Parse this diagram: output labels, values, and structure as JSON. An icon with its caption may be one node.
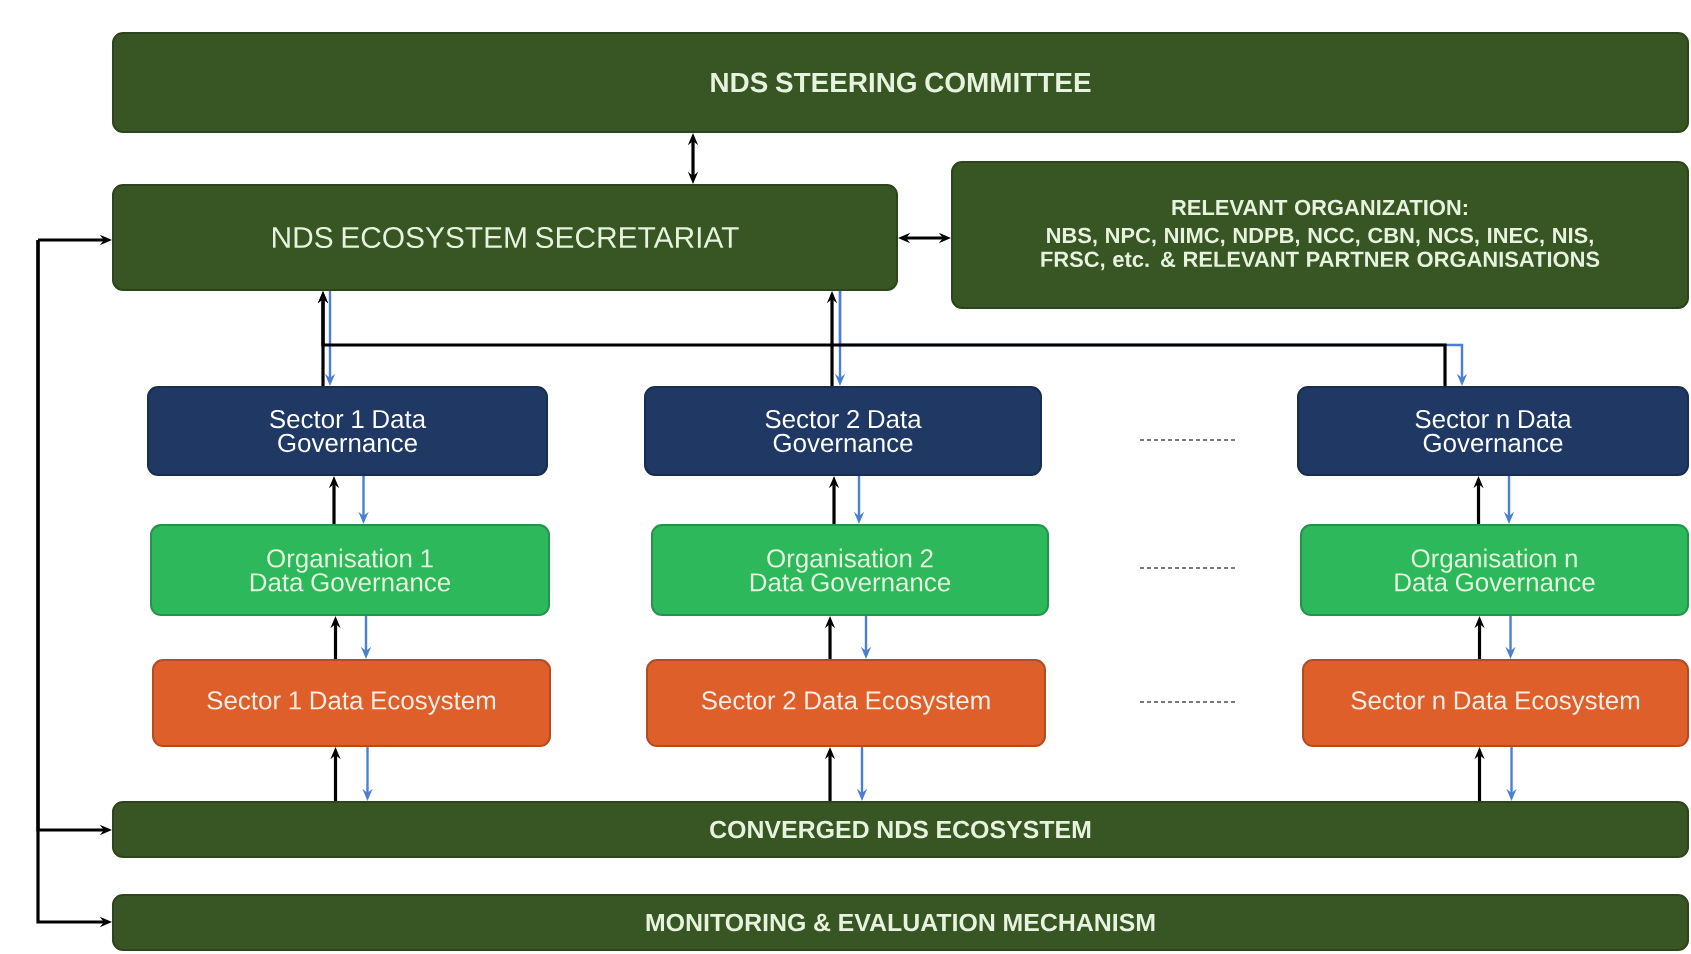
{
  "diagram": {
    "nodes": [
      {
        "text": [
          "NDS STEERING COMMITTEE"
        ]
      },
      {
        "text": [
          "NDS ECOSYSTEM SECRETARIAT"
        ]
      },
      {
        "text": [
          "RELEVANT ORGANIZATION:",
          "NBS, NPC, NIMC, NDPB, NCC, CBN, NCS, INEC, NIS, FRSC, etc. & RELEVANT PARTNER ORGANISATIONS"
        ]
      },
      {
        "text": [
          "Sector 1 Data Governance"
        ]
      },
      {
        "text": [
          "Organisation 1 Data Governance"
        ]
      },
      {
        "text": [
          "Sector 1 Data Ecosystem"
        ]
      },
      {
        "text": [
          "Sector 2 Data Governance"
        ]
      },
      {
        "text": [
          "Organisation 2 Data Governance"
        ]
      },
      {
        "text": [
          "Sector 2 Data Ecosystem"
        ]
      },
      {
        "text": [
          "Sector n Data Governance"
        ]
      },
      {
        "text": [
          "Organisation n Data Governance"
        ]
      },
      {
        "text": [
          "Sector n Data Ecosystem"
        ]
      },
      {
        "text": [
          "CONVERGED NDS ECOSYSTEM"
        ]
      },
      {
        "text": [
          "MONITORING & EVALUATION MECHANISM"
        ]
      }
    ],
    "edges": [
      {
        "from": 0,
        "to": 1,
        "arrow": "both"
      },
      {
        "from": 1,
        "to": 2,
        "arrow": "both"
      },
      {
        "from": 3,
        "to": 1,
        "arrow": "to"
      },
      {
        "from": 1,
        "to": 3,
        "arrow": "to",
        "color": "#4a7fd4"
      },
      {
        "from": 6,
        "to": 1,
        "arrow": "to"
      },
      {
        "from": 1,
        "to": 6,
        "arrow": "to",
        "color": "#4a7fd4"
      },
      {
        "from": 9,
        "to": 1,
        "arrow": "to"
      },
      {
        "from": 1,
        "to": 9,
        "arrow": "to",
        "color": "#4a7fd4"
      },
      {
        "from": 4,
        "to": 3,
        "arrow": "to"
      },
      {
        "from": 3,
        "to": 4,
        "arrow": "to",
        "color": "#4a7fd4"
      },
      {
        "from": 5,
        "to": 4,
        "arrow": "to"
      },
      {
        "from": 4,
        "to": 5,
        "arrow": "to",
        "color": "#4a7fd4"
      },
      {
        "from": 12,
        "to": 5,
        "arrow": "to"
      },
      {
        "from": 5,
        "to": 12,
        "arrow": "to",
        "color": "#4a7fd4"
      },
      {
        "from": 7,
        "to": 6,
        "arrow": "to"
      },
      {
        "from": 6,
        "to": 7,
        "arrow": "to",
        "color": "#4a7fd4"
      },
      {
        "from": 8,
        "to": 7,
        "arrow": "to"
      },
      {
        "from": 7,
        "to": 8,
        "arrow": "to",
        "color": "#4a7fd4"
      },
      {
        "from": 12,
        "to": 8,
        "arrow": "to"
      },
      {
        "from": 8,
        "to": 12,
        "arrow": "to",
        "color": "#4a7fd4"
      },
      {
        "from": 10,
        "to": 9,
        "arrow": "to"
      },
      {
        "from": 9,
        "to": 10,
        "arrow": "to",
        "color": "#4a7fd4"
      },
      {
        "from": 11,
        "to": 10,
        "arrow": "to"
      },
      {
        "from": 10,
        "to": 11,
        "arrow": "to",
        "color": "#4a7fd4"
      },
      {
        "from": 12,
        "to": 11,
        "arrow": "to"
      },
      {
        "from": 11,
        "to": 12,
        "arrow": "to",
        "color": "#4a7fd4"
      },
      {
        "from": null,
        "to": 1,
        "arrow": "to"
      },
      {
        "from": null,
        "to": 12,
        "arrow": "to"
      },
      {
        "from": null,
        "to": 13,
        "arrow": "to"
      }
    ]
  }
}
